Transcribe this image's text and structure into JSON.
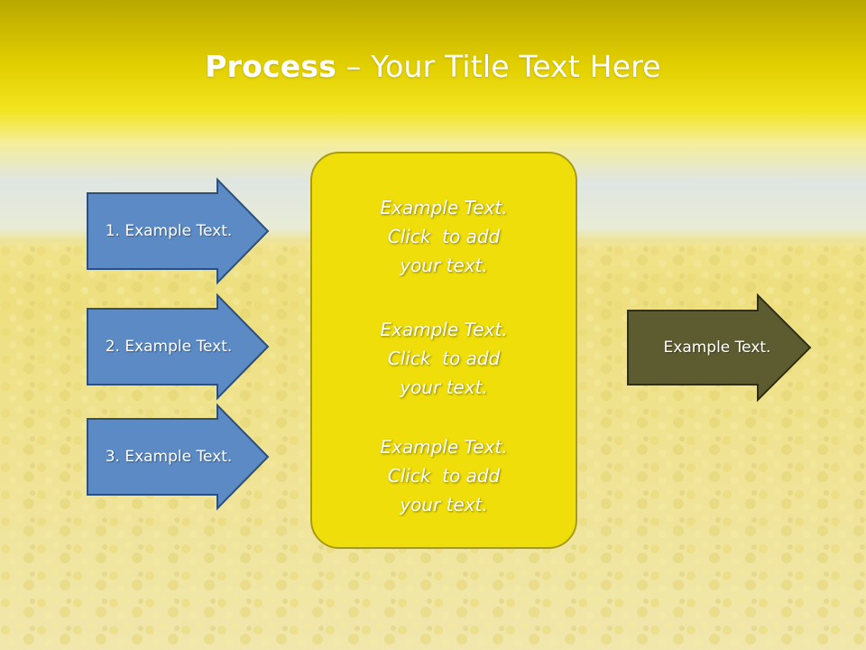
{
  "slide": {
    "title_bold": "Process",
    "title_rest": " – Your Title Text Here"
  },
  "colors": {
    "title_band": "#e6d400",
    "blue_arrow_fill": "#5b8ac4",
    "blue_arrow_stroke": "#2d4f78",
    "center_box_fill": "#efde0a",
    "center_box_stroke": "#a89d12",
    "olive_arrow_fill": "#5c5c30",
    "olive_arrow_stroke": "#2e2e14"
  },
  "inputs": [
    {
      "label": "1. Example Text."
    },
    {
      "label": "2. Example Text."
    },
    {
      "label": "3. Example Text."
    }
  ],
  "center": {
    "blocks": [
      {
        "lines": [
          "Example Text.",
          "Click  to add",
          "your text."
        ]
      },
      {
        "lines": [
          "Example Text.",
          "Click  to add",
          "your text."
        ]
      },
      {
        "lines": [
          "Example Text.",
          "Click  to add",
          "your text."
        ]
      }
    ]
  },
  "output": {
    "label": "Example Text."
  }
}
